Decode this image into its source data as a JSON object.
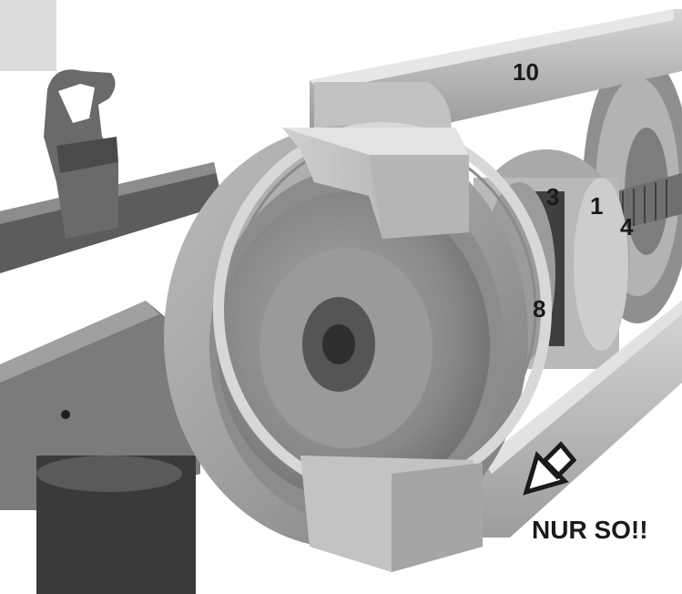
{
  "labels": {
    "part_10": "10",
    "part_3": "3",
    "part_1": "1",
    "part_4": "4",
    "part_8": "8",
    "note": "NUR SO!!"
  },
  "colors": {
    "background": "#ffffff",
    "text": "#1a1a1a",
    "metal_light": "#c9c9c9",
    "metal_mid": "#9a9a9a",
    "metal_dark": "#3a3a3a"
  }
}
